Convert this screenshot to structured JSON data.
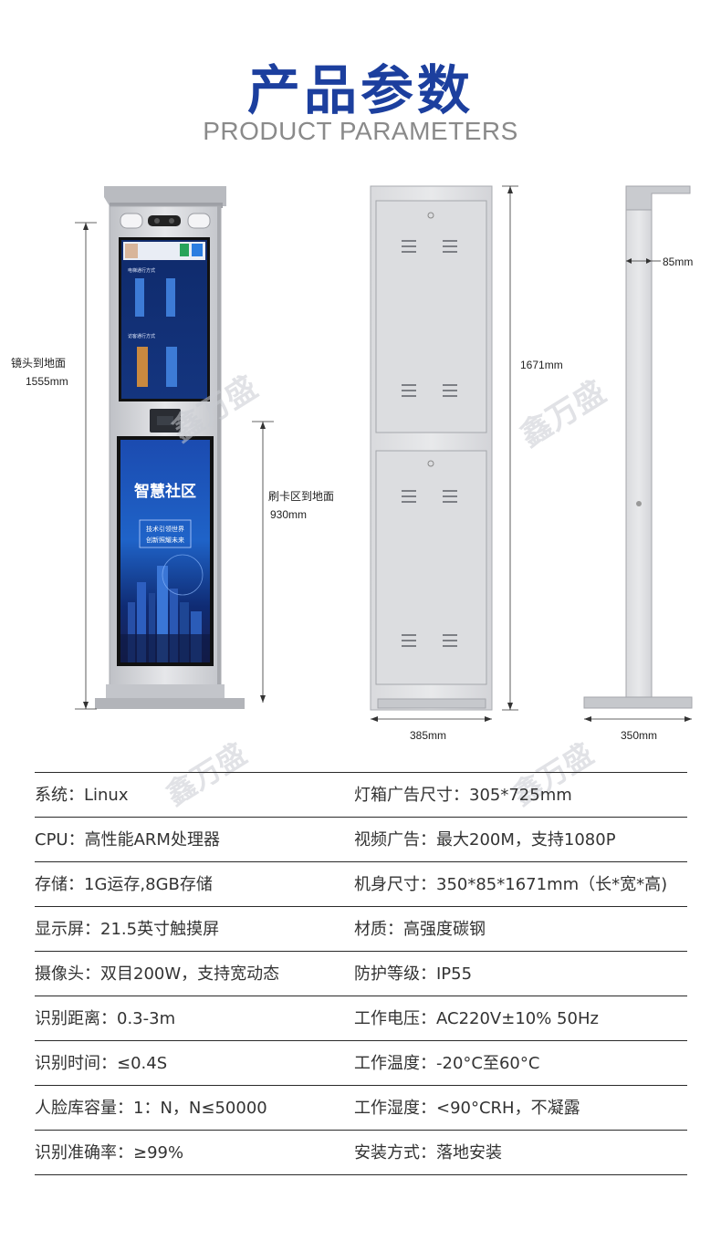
{
  "header": {
    "title": "产品参数",
    "subtitle": "PRODUCT PARAMETERS"
  },
  "watermark": "鑫万盛",
  "front_view": {
    "top_screen": {
      "section1": "电梯通行方式",
      "section2": "访客通行方式"
    },
    "bottom_screen": {
      "heading": "智慧社区",
      "slogan_line1": "技术引领世界",
      "slogan_line2": "创新照耀未来"
    },
    "camera_height_label": "镜头到地面",
    "camera_height_value": "1555mm",
    "card_height_label": "刷卡区到地面",
    "card_height_value": "930mm"
  },
  "back_view": {
    "height": "1671mm",
    "width": "385mm"
  },
  "side_view": {
    "depth": "85mm",
    "base_depth": "350mm"
  },
  "specs": [
    {
      "left": "系统：Linux",
      "right": "灯箱广告尺寸：305*725mm"
    },
    {
      "left": "CPU：高性能ARM处理器",
      "right": "视频广告：最大200M，支持1080P"
    },
    {
      "left": "存储：1G运存,8GB存储",
      "right": "机身尺寸：350*85*1671mm（长*宽*高)"
    },
    {
      "left": "显示屏：21.5英寸触摸屏",
      "right": "材质：高强度碳钢"
    },
    {
      "left": "摄像头：双目200W，支持宽动态",
      "right": "防护等级：IP55"
    },
    {
      "left": "识别距离：0.3-3m",
      "right": "工作电压：AC220V±10% 50Hz"
    },
    {
      "left": "识别时间：≤0.4S",
      "right": "工作温度：-20°C至60°C"
    },
    {
      "left": "人脸库容量：1：N，N≤50000",
      "right": "工作湿度：<90°CRH，不凝露"
    },
    {
      "left": "识别准确率：≥99%",
      "right": "安装方式：落地安装"
    }
  ],
  "colors": {
    "title": "#1c3f9e",
    "subtitle": "#8a8a8a",
    "body_metal": "#d6d7db",
    "screen_blue": "#1d3a8a"
  }
}
